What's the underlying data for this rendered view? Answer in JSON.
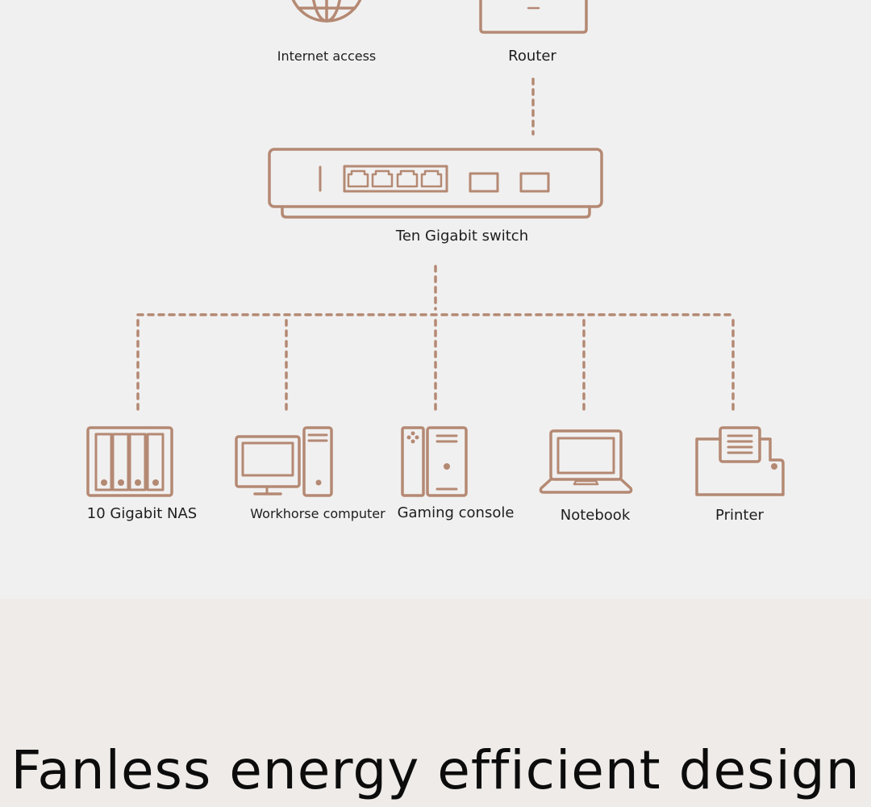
{
  "stroke_color": "#b48973",
  "nodes": {
    "internet": {
      "label": "Internet access",
      "icon": "globe-icon"
    },
    "router": {
      "label": "Router",
      "icon": "router-icon"
    },
    "switch": {
      "label": "Ten Gigabit switch",
      "icon": "switch-icon"
    },
    "nas": {
      "label": "10 Gigabit NAS",
      "icon": "nas-icon"
    },
    "workstation": {
      "label": "Workhorse computer",
      "icon": "desktop-computer-icon"
    },
    "console": {
      "label": "Gaming console",
      "icon": "gaming-console-icon"
    },
    "notebook": {
      "label": "Notebook",
      "icon": "laptop-icon"
    },
    "printer": {
      "label": "Printer",
      "icon": "printer-icon"
    }
  },
  "headline": "Fanless energy efficient design"
}
